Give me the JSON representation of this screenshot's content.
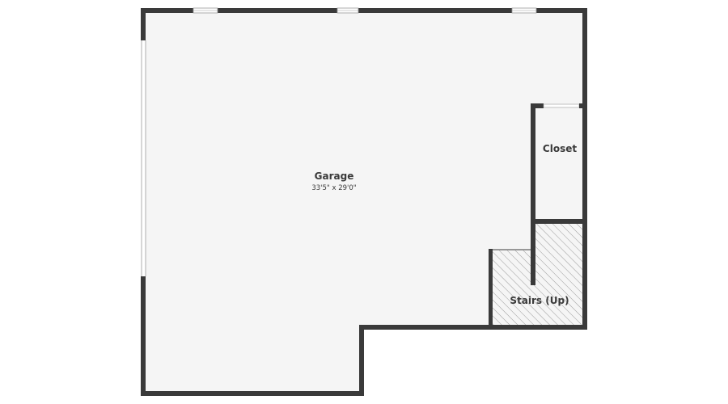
{
  "rooms": {
    "garage": {
      "name": "Garage",
      "dimensions": "33'5\" x 29'0\""
    },
    "closet": {
      "name": "Closet"
    },
    "stairs": {
      "name": "Stairs (Up)"
    }
  },
  "colors": {
    "wall": "#3a3a3a",
    "floor": "#f5f5f5",
    "hatch": "#9a9a9a",
    "window": "#ffffff",
    "window_frame": "#9a9a9a"
  }
}
